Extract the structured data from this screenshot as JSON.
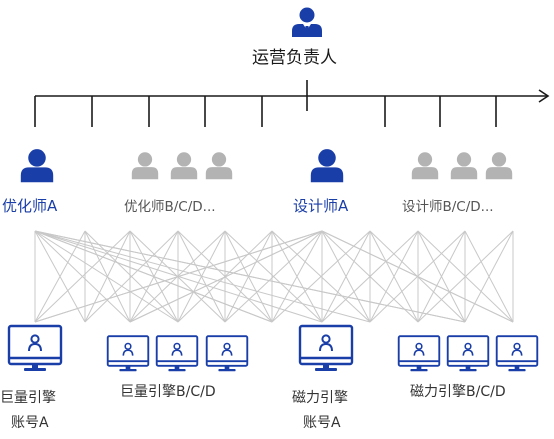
{
  "colors": {
    "primary": "#1a3ea8",
    "person_gray": "#b3b3b3",
    "line": "#1a1a1a",
    "mesh": "#c8c8c8"
  },
  "manager": {
    "label": "运营负责人",
    "icon": "manager-person-icon"
  },
  "roles": {
    "optimizer_a": "优化师A",
    "optimizer_others": "优化师B/C/D...",
    "designer_a": "设计师A",
    "designer_others": "设计师B/C/D..."
  },
  "accounts": {
    "juliang_a_line1": "巨量引擎",
    "juliang_a_line2": "账号A",
    "juliang_others": "巨量引擎B/C/D",
    "cili_a_line1": "磁力引擎",
    "cili_a_line2": "账号A",
    "cili_others": "磁力引擎B/C/D"
  },
  "icons": {
    "person": "person-icon",
    "monitor": "monitor-user-icon"
  }
}
